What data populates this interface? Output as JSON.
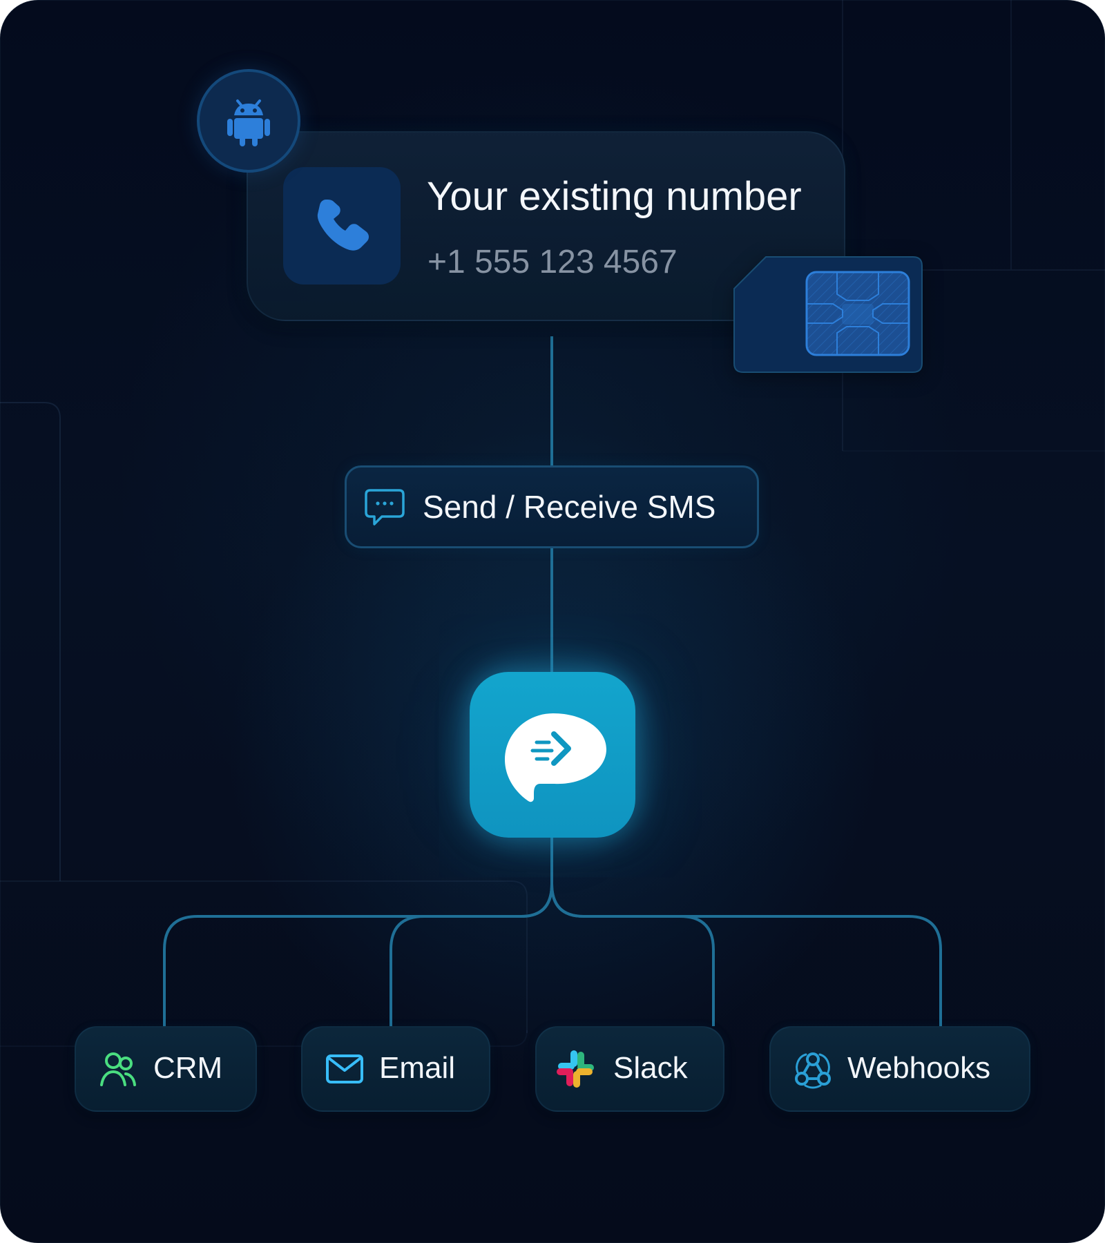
{
  "phone_card": {
    "title": "Your existing number",
    "number": "+1 555 123 4567"
  },
  "sms_action": {
    "label": "Send / Receive SMS",
    "icon": "chat-bubble-icon"
  },
  "integrations": [
    {
      "label": "CRM",
      "icon": "users-icon",
      "color": "#4ade80"
    },
    {
      "label": "Email",
      "icon": "envelope-icon",
      "color": "#38bdf8"
    },
    {
      "label": "Slack",
      "icon": "slack-icon",
      "colors": [
        "#36c5f0",
        "#2eb67d",
        "#ecb22e",
        "#e01e5a"
      ]
    },
    {
      "label": "Webhooks",
      "icon": "webhook-icon",
      "color": "#2a9fd6"
    }
  ],
  "colors": {
    "background": "#061023",
    "connector": "#1f6f96",
    "primary_tile": "#13a5cd",
    "text_primary": "#f4f7fb",
    "text_secondary": "#8793a3"
  }
}
